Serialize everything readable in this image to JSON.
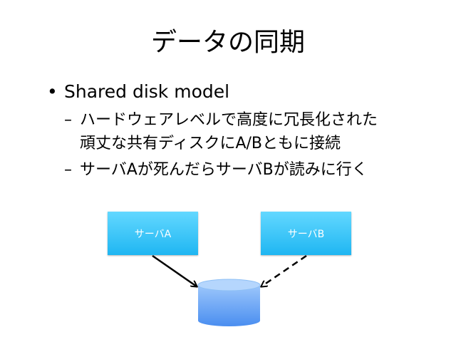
{
  "title": "データの同期",
  "bullets": {
    "main": "Shared disk model",
    "sub": [
      "ハードウェアレベルで高度に冗長化された",
      "頑丈な共有ディスクにA/Bともに接続",
      "サーバAが死んだらサーバBが読みに行く"
    ],
    "dash": "–",
    "bullet": "•"
  },
  "diagram": {
    "server_a": "サーバA",
    "server_b": "サーバB",
    "box_color": "#29bdf5",
    "disk_color": "#5b9cf0"
  }
}
